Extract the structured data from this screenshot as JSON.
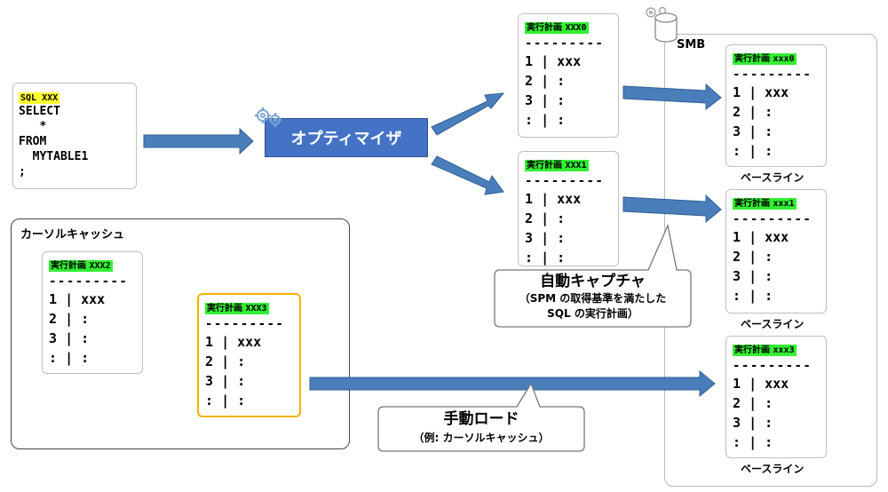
{
  "sql_box": {
    "tag": "SQL XXX",
    "lines": [
      "SELECT",
      "   *",
      "FROM",
      "  MYTABLE1",
      ";"
    ]
  },
  "optimizer": {
    "label": "オプティマイザ"
  },
  "cursor_cache": {
    "title": "カーソルキャッシュ"
  },
  "smb": {
    "label": "SMB"
  },
  "plan_title": "実行計画",
  "separator": "---------",
  "plan_rows": [
    {
      "num": "1",
      "bar": "|",
      "val": "xxx"
    },
    {
      "num": "2",
      "bar": "|",
      "val": ":"
    },
    {
      "num": "3",
      "bar": "|",
      "val": ":"
    },
    {
      "num": ":",
      "bar": "|",
      "val": ":"
    }
  ],
  "plans": {
    "top0": {
      "id": "XXX0"
    },
    "top1": {
      "id": "XXX1"
    },
    "cache2": {
      "id": "XXX2"
    },
    "cache3": {
      "id": "XXX3"
    },
    "base0": {
      "id": "xxx0"
    },
    "base1": {
      "id": "xxx1"
    },
    "base3": {
      "id": "xxx3"
    }
  },
  "baseline_label": "ベースライン",
  "auto_capture": {
    "title": "自動キャプチャ",
    "line1": "（SPM の取得基準を満たした",
    "line2": "SQL の実行計画）"
  },
  "manual_load": {
    "title": "手動ロード",
    "sub": "（例: カーソルキャッシュ）"
  },
  "colors": {
    "arrow": "#4a7ebb",
    "optimizer": "#4472c4",
    "highlight_green": "#33ee33",
    "highlight_yellow": "#ffff33",
    "cache3_border": "#f0b400"
  }
}
